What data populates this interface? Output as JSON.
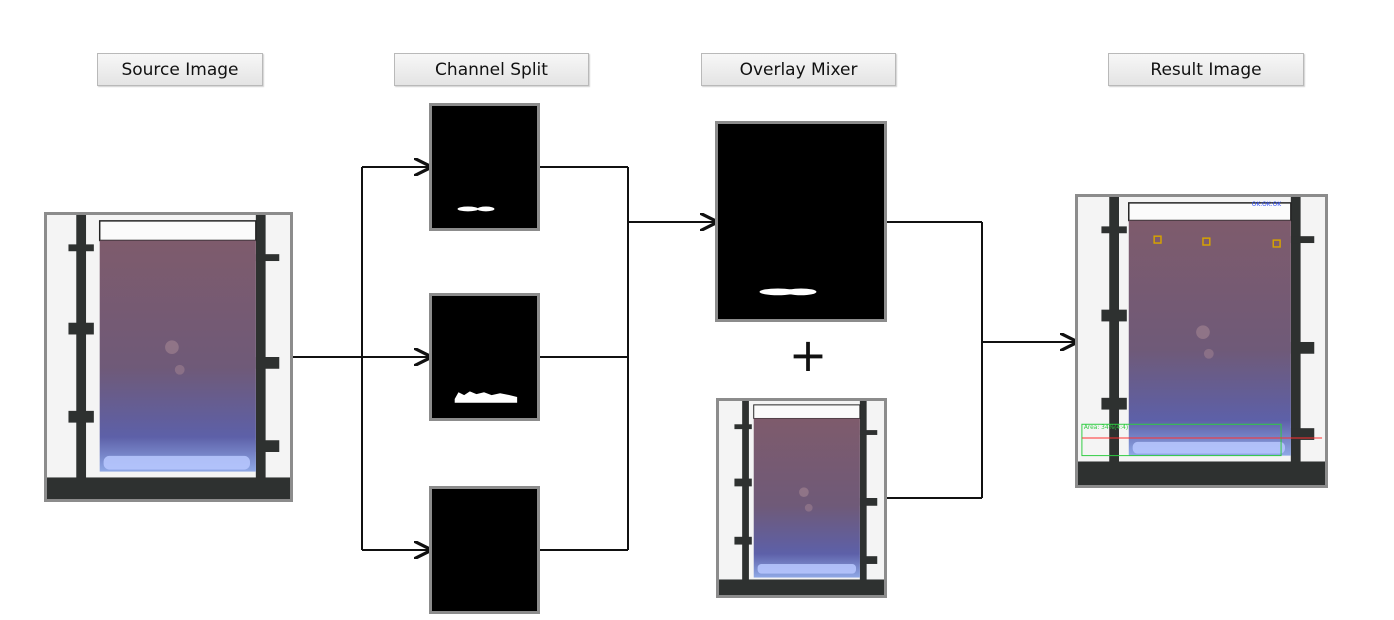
{
  "stages": {
    "source": "Source Image",
    "split": "Channel Split",
    "mixer": "Overlay Mixer",
    "result": "Result Image"
  },
  "operator": "+",
  "overlay": {
    "top_left_text": "Area: 34%(4:4)",
    "top_right_text": "OK:OK:OK"
  },
  "colors": {
    "background": "#ffffff",
    "frame_border": "#8c8c8c",
    "connector": "#111111",
    "panel_purple": "#7b5a6a",
    "panel_blue": "#6a74b8",
    "detection_box": "#d6a300",
    "detection_region": "#2ecc40",
    "baseline": "#ff3030",
    "status_text_green": "#2ecc40",
    "status_text_blue": "#3050ff"
  },
  "icons": {
    "arrowhead": "arrow-right-icon",
    "operator": "plus-icon"
  }
}
